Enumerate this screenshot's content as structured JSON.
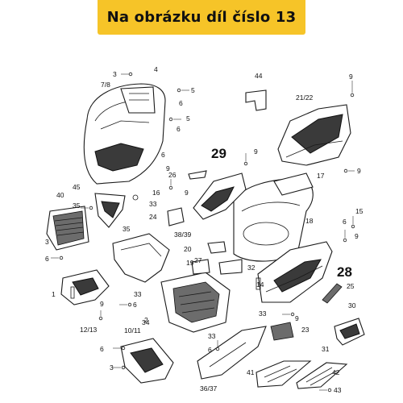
{
  "banner": {
    "title": "Na obrázku díl číslo 13"
  },
  "callouts": {
    "c29": "29",
    "c28": "28",
    "c4": "4",
    "c44": "44",
    "c9a": "9",
    "c3a": "3",
    "c5a": "5",
    "c5b": "5",
    "c78": "7/8",
    "c6a": "6",
    "c6b": "6",
    "c2122": "21/22",
    "c6c": "6",
    "c9b": "9",
    "c9c": "9",
    "c26": "26",
    "c17": "17",
    "c9d": "9",
    "c45": "45",
    "c40": "40",
    "c16": "16",
    "c33a": "33",
    "c9e": "9",
    "c35a": "35",
    "c24": "24",
    "c18": "18",
    "c6d": "6",
    "c15": "15",
    "c35b": "35",
    "c3839": "38/39",
    "c9f": "9",
    "c20": "20",
    "c3b": "3",
    "c19": "19",
    "c6e": "6",
    "c27": "27",
    "c32": "32",
    "c14": "14",
    "c33b": "33",
    "c25": "25",
    "c1": "1",
    "c6f": "6",
    "c34": "34",
    "c9g": "9",
    "c1213": "12/13",
    "c2": "2",
    "c33c": "33",
    "c9h": "9",
    "c30": "30",
    "c1011": "10/11",
    "c23": "23",
    "c6g": "6",
    "c33d": "33",
    "c31": "31",
    "c3c": "3",
    "c6h": "6",
    "c3637": "36/37",
    "c41": "41",
    "c42": "42",
    "c43": "43"
  }
}
